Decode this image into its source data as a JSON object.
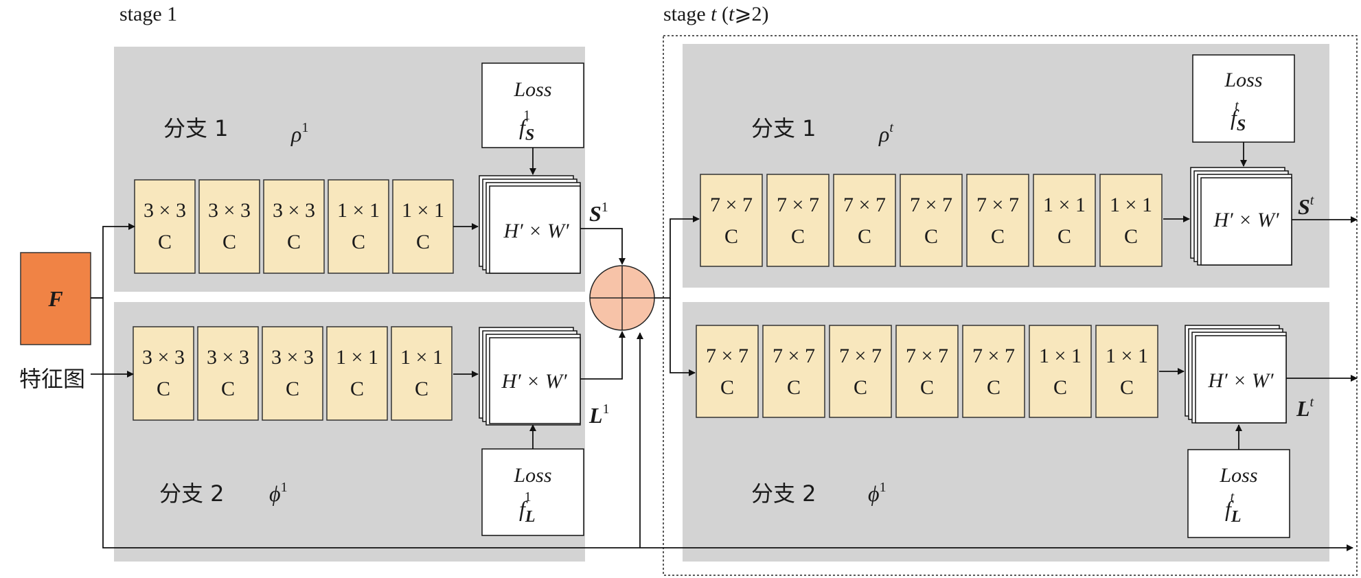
{
  "stage1": {
    "title": "stage 1",
    "branch1": {
      "label": "分支 1",
      "symbol": "ρ",
      "sup": "1",
      "blocks": [
        [
          "3 × 3",
          "C"
        ],
        [
          "3 × 3",
          "C"
        ],
        [
          "3 × 3",
          "C"
        ],
        [
          "1 × 1",
          "C"
        ],
        [
          "1 × 1",
          "C"
        ]
      ]
    },
    "branch2": {
      "label": "分支 2",
      "symbol": "ϕ",
      "sup": "1",
      "blocks": [
        [
          "3 × 3",
          "C"
        ],
        [
          "3 × 3",
          "C"
        ],
        [
          "3 × 3",
          "C"
        ],
        [
          "1 × 1",
          "C"
        ],
        [
          "1 × 1",
          "C"
        ]
      ]
    },
    "output_top": {
      "text": "H′ × W′",
      "name": "S",
      "sup": "1"
    },
    "output_bottom": {
      "text": "H′ × W′",
      "name": "L",
      "sup": "1"
    },
    "loss_top": {
      "title": "Loss",
      "f": "f",
      "sub": "S",
      "sup": "1"
    },
    "loss_bottom": {
      "title": "Loss",
      "f": "f",
      "sub": "L",
      "sup": "1"
    }
  },
  "staget": {
    "title_a": "stage ",
    "title_t": "t",
    "title_b": " (",
    "title_t2": "t",
    "title_c": "⩾2)",
    "branch1": {
      "label": "分支 1",
      "symbol": "ρ",
      "sup": "t",
      "blocks": [
        [
          "7 × 7",
          "C"
        ],
        [
          "7 × 7",
          "C"
        ],
        [
          "7 × 7",
          "C"
        ],
        [
          "7 × 7",
          "C"
        ],
        [
          "7 × 7",
          "C"
        ],
        [
          "1 × 1",
          "C"
        ],
        [
          "1 × 1",
          "C"
        ]
      ]
    },
    "branch2": {
      "label": "分支 2",
      "symbol": "ϕ",
      "sup": "1",
      "blocks": [
        [
          "7 × 7",
          "C"
        ],
        [
          "7 × 7",
          "C"
        ],
        [
          "7 × 7",
          "C"
        ],
        [
          "7 × 7",
          "C"
        ],
        [
          "7 × 7",
          "C"
        ],
        [
          "1 × 1",
          "C"
        ],
        [
          "1 × 1",
          "C"
        ]
      ]
    },
    "output_top": {
      "text": "H′ × W′",
      "name": "S",
      "sup": "t"
    },
    "output_bottom": {
      "text": "H′ × W′",
      "name": "L",
      "sup": "t"
    },
    "loss_top": {
      "title": "Loss",
      "f": "f",
      "sub": "S",
      "sup": "t"
    },
    "loss_bottom": {
      "title": "Loss",
      "f": "f",
      "sub": "L",
      "sup": "t"
    }
  },
  "input": {
    "label": "F",
    "caption": "特征图"
  },
  "colors": {
    "panel": "#d3d3d3",
    "block": "#f8e7bd",
    "input": "#f08345",
    "concat": "#f7c3a8"
  }
}
